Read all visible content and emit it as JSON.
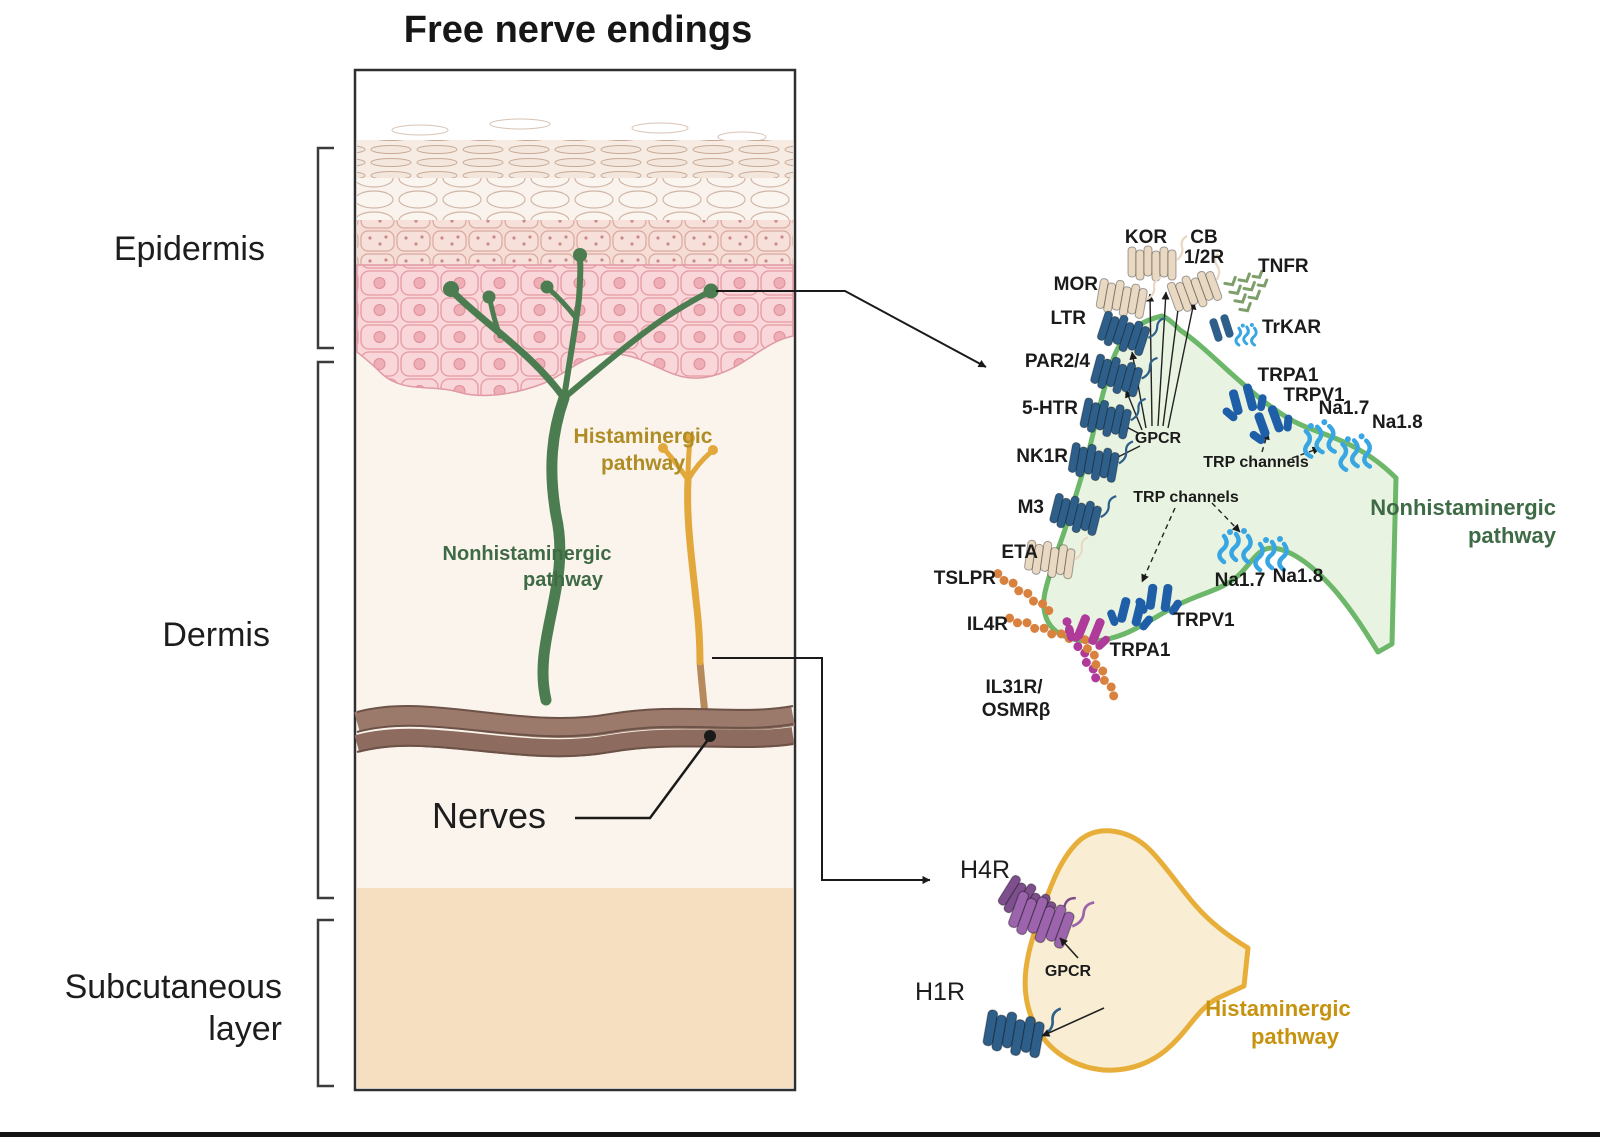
{
  "title": "Free nerve endings",
  "skin": {
    "epidermis_label": "Epidermis",
    "dermis_label": "Dermis",
    "subcutaneous_line1": "Subcutaneous",
    "subcutaneous_line2": "layer",
    "nerves_label": "Nerves",
    "histaminergic_line1": "Histaminergic",
    "histaminergic_line2": "pathway",
    "nonhistaminergic_line1": "Nonhistaminergic",
    "nonhistaminergic_line2": "pathway"
  },
  "nonhistaminergic_detail": {
    "pathway_line1": "Nonhistaminergic",
    "pathway_line2": "pathway",
    "receptors": {
      "kor": "KOR",
      "cb_line1": "CB",
      "cb_line2": "1/2R",
      "tnfr": "TNFR",
      "mor": "MOR",
      "ltr": "LTR",
      "trkar": "TrKAR",
      "par24": "PAR2/4",
      "trpa1_top": "TRPA1",
      "trpv1_top": "TRPV1",
      "na17_top": "Na1.7",
      "na18_top": "Na1.8",
      "fivehtr": "5-HTR",
      "gpcr": "GPCR",
      "nk1r": "NK1R",
      "trp_channels_upper": "TRP channels",
      "trp_channels_lower": "TRP channels",
      "m3": "M3",
      "eta": "ETA",
      "tslpr": "TSLPR",
      "il4r": "IL4R",
      "na17_bottom": "Na1.7",
      "na18_bottom": "Na1.8",
      "trpv1_bottom": "TRPV1",
      "trpa1_bottom": "TRPA1",
      "il31r_line1": "IL31R/",
      "il31r_line2": "OSMRβ"
    }
  },
  "histaminergic_detail": {
    "pathway_line1": "Histaminergic",
    "pathway_line2": "pathway",
    "h4r": "H4R",
    "h1r": "H1R",
    "gpcr": "GPCR"
  },
  "colors": {
    "nerve_green": "#4c7d50",
    "nerve_yellow": "#e3a83b",
    "nerve_bundle_brown": "#8d6c5f",
    "terminal_green_fill": "#e9f3e1",
    "terminal_green_stroke": "#6cb76a",
    "terminal_yellow_fill": "#f9eed3",
    "terminal_yellow_stroke": "#e7ae39",
    "receptor_blue": "#2e5f8a",
    "receptor_tan": "#e9d9c3",
    "receptor_purple": "#9c64ad",
    "channel_dark_blue": "#1f5fa8",
    "channel_light_blue": "#38a6e3",
    "chain_orange": "#d9813e",
    "chain_magenta": "#b03a9a",
    "hist_label_gold": "#c7930f",
    "nonhist_label_green": "#3e6b45",
    "epidermis_pink": "#f8d3d6",
    "subcutaneous_tan": "#f6dfc0"
  }
}
